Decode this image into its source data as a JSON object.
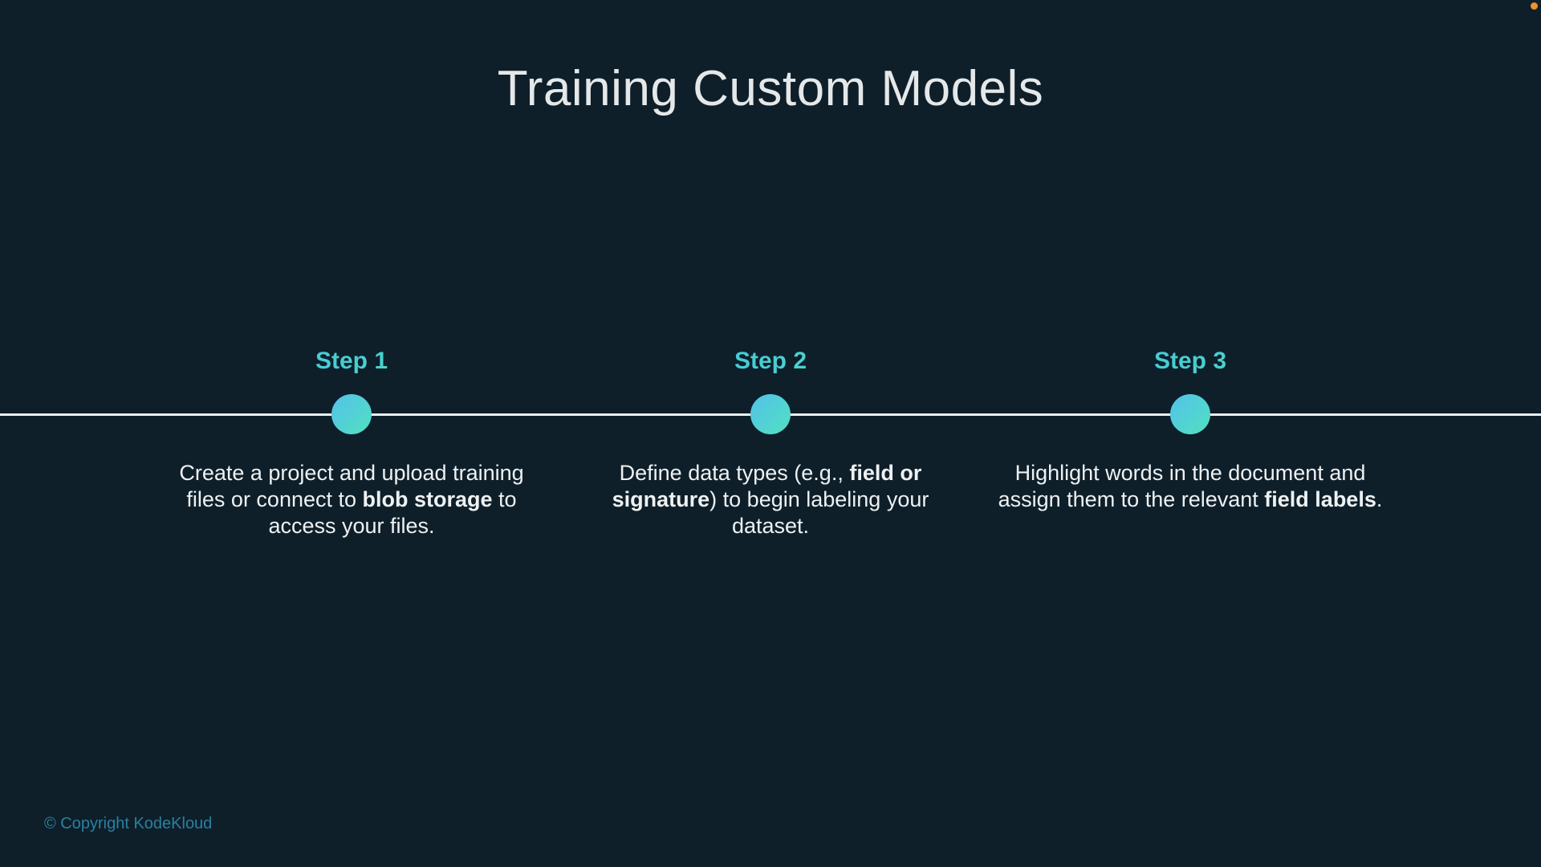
{
  "slide": {
    "title": "Training Custom Models",
    "copyright": "© Copyright KodeKloud"
  },
  "colors": {
    "background": "#0e1f2a",
    "title_text": "#e5e8e9",
    "body_text": "#eef1f2",
    "timeline_line": "#e7f3ef",
    "circle_gradient_start": "#53c2ea",
    "circle_gradient_end": "#52e0c0",
    "step_label_gradient_start": "#3ebde2",
    "step_label_gradient_end": "#54dfc0",
    "copyright_text": "#2b80a0",
    "recording_dot": "#ea9330"
  },
  "icons": {
    "recording_dot": "recording-indicator-dot",
    "step_marker": "timeline-step-circle"
  },
  "timeline": {
    "steps": [
      {
        "label": "Step 1",
        "lines": [
          [
            {
              "t": "Create a project and upload training"
            }
          ],
          [
            {
              "t": "files or connect to "
            },
            {
              "t": "blob storage",
              "b": true
            },
            {
              "t": " to"
            }
          ],
          [
            {
              "t": "access your files."
            }
          ]
        ]
      },
      {
        "label": "Step 2",
        "lines": [
          [
            {
              "t": "Define data types (e.g., "
            },
            {
              "t": "field or",
              "b": true
            }
          ],
          [
            {
              "t": "signature",
              "b": true
            },
            {
              "t": ") to begin labeling your"
            }
          ],
          [
            {
              "t": "dataset."
            }
          ]
        ]
      },
      {
        "label": "Step 3",
        "lines": [
          [
            {
              "t": "Highlight words in the document and"
            }
          ],
          [
            {
              "t": "assign them to the relevant "
            },
            {
              "t": "field labels",
              "b": true
            },
            {
              "t": "."
            }
          ]
        ]
      }
    ]
  }
}
